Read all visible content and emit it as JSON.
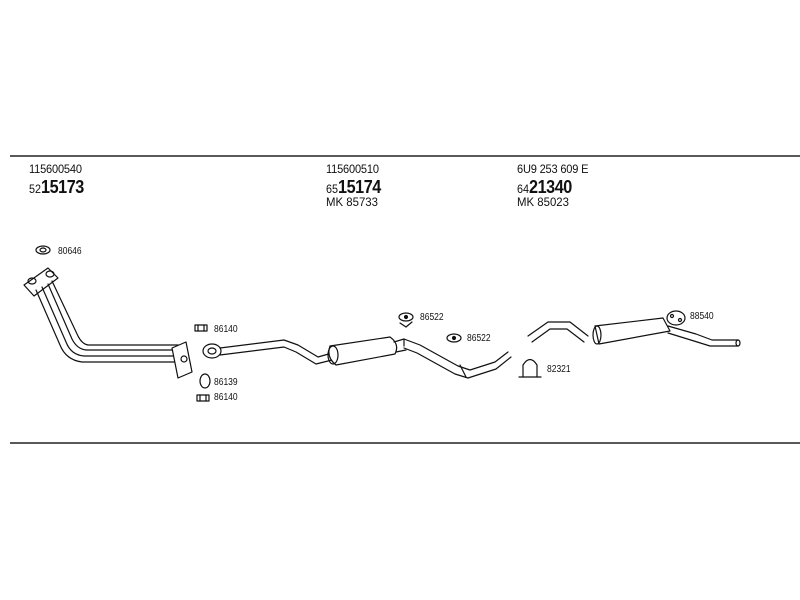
{
  "groups": [
    {
      "oem": "115600540",
      "part_prefix": "52",
      "part_main": "15173",
      "mk": ""
    },
    {
      "oem": "115600510",
      "part_prefix": "65",
      "part_main": "15174",
      "mk": "MK  85733"
    },
    {
      "oem": "6U9 253 609 E",
      "part_prefix": "64",
      "part_main": "21340",
      "mk": "MK  85023"
    }
  ],
  "refs": [
    "80646",
    "86140",
    "86139",
    "86140",
    "86522",
    "86522",
    "82321",
    "88540"
  ]
}
